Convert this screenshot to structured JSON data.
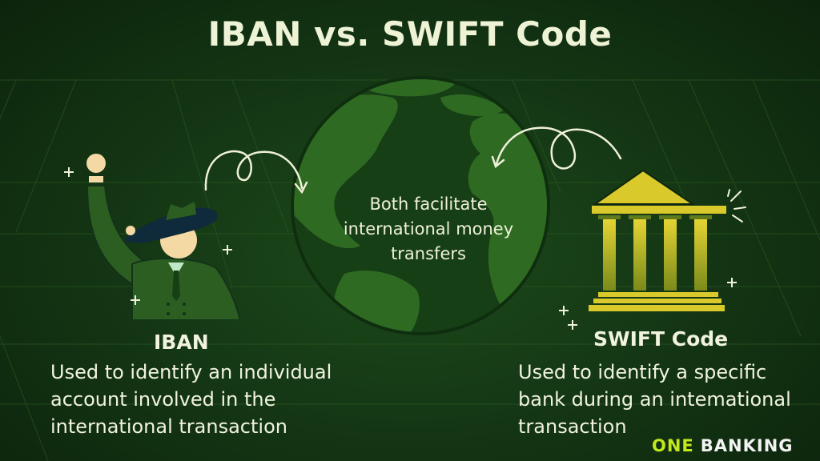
{
  "title": "IBAN vs. SWIFT Code",
  "center": {
    "lines": [
      "Both facilitate",
      "international money",
      "transfers"
    ]
  },
  "iban": {
    "heading": "IBAN",
    "lines": [
      "Used to identify an individual",
      "account involved in the",
      "international transaction"
    ]
  },
  "swift": {
    "heading": "SWIFT Code",
    "lines": [
      "Used to identify a specific",
      "bank during an intemational",
      "transaction"
    ]
  },
  "brand": {
    "one": "ONE",
    "banking": "BANKING"
  },
  "icons": [
    "globe-icon",
    "person-with-coin-icon",
    "bank-building-icon",
    "curved-arrow-icon",
    "sparkle-icon"
  ],
  "colors": {
    "background": "#0e260e",
    "globe_land": "#2f6a22",
    "text": "#eff3d6",
    "bank_gold": "#d9c92a",
    "brand_accent": "#c3e81e"
  }
}
